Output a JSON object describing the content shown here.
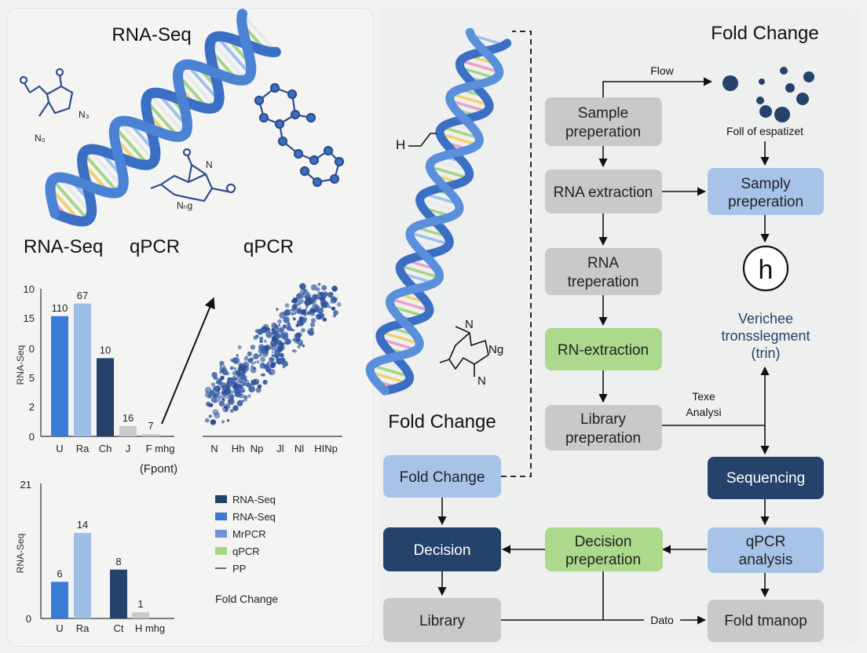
{
  "titles": {
    "left_top": "RNA-Seq",
    "right_top": "Fold Change",
    "left_sub_a": "RNA-Seq",
    "left_sub_b": "qPCR",
    "left_sub_c": "qPCR",
    "helix_caption": "Fold Change"
  },
  "molecules": {
    "mol1_a": "N₃",
    "mol1_b": "N₀",
    "mol2": "Nₙg",
    "mol3_n": "N",
    "helix_h": "H",
    "mol4_a": "N",
    "mol4_b": "Ng",
    "mol4_c": "N"
  },
  "chart_top": {
    "chart_data": {
      "type": "bar",
      "categories": [
        "U",
        "Ra",
        "Ch",
        "J",
        "F mhg"
      ],
      "values": [
        16.3,
        18.0,
        10.6,
        1.4,
        0.3
      ],
      "data_labels": [
        "110",
        "67",
        "10",
        "16",
        "7"
      ],
      "yticks": [
        "0",
        "2",
        "5",
        "0",
        "15",
        "10"
      ],
      "ylabel": "RNA-Seq",
      "xlabel": "(Fpont)",
      "ylim": [
        0,
        20
      ],
      "colors": [
        "#3a7bd5",
        "#9dbfe6",
        "#24426a",
        "#c9c9c9",
        "#c9c9c9"
      ]
    }
  },
  "scatter": {
    "chart_data": {
      "type": "scatter",
      "xticks": [
        "N",
        "Hh",
        "Np",
        "Jl",
        "Nl",
        "HINp"
      ],
      "color": "#3f63a8"
    }
  },
  "chart_bottom": {
    "chart_data": {
      "type": "bar",
      "categories": [
        "U",
        "Ra",
        "Ct",
        "H mhg"
      ],
      "values": [
        6,
        14,
        8,
        1
      ],
      "data_labels": [
        "6",
        "14",
        "8",
        "1"
      ],
      "yticks": [
        "0",
        "21"
      ],
      "ylabel": "RNA-Seq",
      "ylim": [
        0,
        21
      ],
      "colors": [
        "#3a7bd5",
        "#9dbfe6",
        "#24426a",
        "#c9c9c9"
      ]
    }
  },
  "legend": {
    "items": [
      {
        "label": "RNA-Seq",
        "color": "#24426a"
      },
      {
        "label": "RNA-Seq",
        "color": "#3a7bd5"
      },
      {
        "label": "MrPCR",
        "color": "#6f93d2"
      },
      {
        "label": "qPCR",
        "color": "#a6d585"
      },
      {
        "label": "PP",
        "color": "#333333"
      }
    ],
    "footer": "Fold Change"
  },
  "flow": {
    "flow_label": "Flow",
    "dots_label": "Foll of espatizet",
    "texe_label_1": "Texe",
    "texe_label_2": "Analysi",
    "dato_label": "Dato",
    "verichee_1": "Verichee",
    "verichee_2": "tronsslegment",
    "verichee_3": "(trin)",
    "h_symbol": "h",
    "boxes": {
      "sample_prep_1": "Sample",
      "sample_prep_2": "preperation",
      "rna_extraction": "RNA extraction",
      "rna_treperation_1": "RNA",
      "rna_treperation_2": "treperation",
      "rn_extraction": "RN-extraction",
      "library_prep_1": "Library",
      "library_prep_2": "preperation",
      "fold_change": "Fold Change",
      "decision": "Decision",
      "library": "Library",
      "decision_prep_1": "Decision",
      "decision_prep_2": "preperation",
      "sampl_prep_1": "Samply",
      "sampl_prep_2": "preperation",
      "sequencing": "Sequencing",
      "qpcr_analysis_1": "qPCR",
      "qpcr_analysis_2": "analysis",
      "fold_tmanop": "Fold tmanop"
    },
    "colors": {
      "grey": "#c9c9c9",
      "blue_light": "#a7c4e8",
      "blue_dark": "#24426a",
      "green": "#acd98c"
    }
  }
}
